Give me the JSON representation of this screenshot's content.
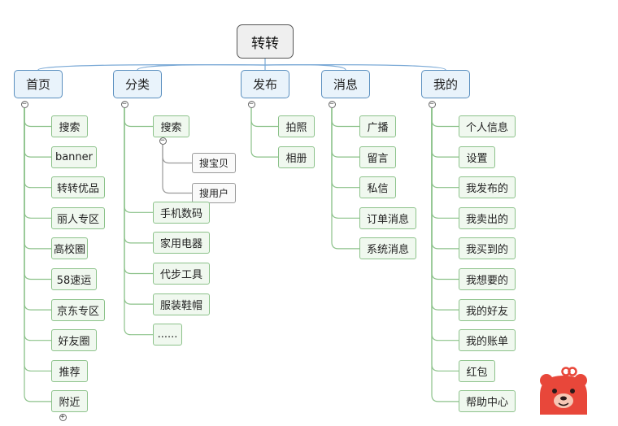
{
  "root": "转转",
  "categories": [
    {
      "label": "首页",
      "items": [
        {
          "label": "搜索"
        },
        {
          "label": "banner"
        },
        {
          "label": "转转优品"
        },
        {
          "label": "丽人专区"
        },
        {
          "label": "高校圈"
        },
        {
          "label": "58速运"
        },
        {
          "label": "京东专区"
        },
        {
          "label": "好友圈"
        },
        {
          "label": "推荐"
        },
        {
          "label": "附近"
        }
      ]
    },
    {
      "label": "分类",
      "items": [
        {
          "label": "搜索",
          "children": [
            {
              "label": "搜宝贝"
            },
            {
              "label": "搜用户"
            }
          ]
        },
        {
          "label": "手机数码"
        },
        {
          "label": "家用电器"
        },
        {
          "label": "代步工具"
        },
        {
          "label": "服装鞋帽"
        },
        {
          "label": "......"
        }
      ]
    },
    {
      "label": "发布",
      "items": [
        {
          "label": "拍照"
        },
        {
          "label": "相册"
        }
      ]
    },
    {
      "label": "消息",
      "items": [
        {
          "label": "广播"
        },
        {
          "label": "留言"
        },
        {
          "label": "私信"
        },
        {
          "label": "订单消息"
        },
        {
          "label": "系统消息"
        }
      ]
    },
    {
      "label": "我的",
      "items": [
        {
          "label": "个人信息"
        },
        {
          "label": "设置"
        },
        {
          "label": "我发布的"
        },
        {
          "label": "我卖出的"
        },
        {
          "label": "我买到的"
        },
        {
          "label": "我想要的"
        },
        {
          "label": "我的好友"
        },
        {
          "label": "我的账单"
        },
        {
          "label": "红包"
        },
        {
          "label": "帮助中心"
        }
      ]
    }
  ],
  "colors": {
    "root_border": "#555555",
    "category_border": "#5a8fbf",
    "category_fill": "#e9f3fb",
    "leaf_border": "#8cc28a",
    "leaf_fill": "#f0f8ef",
    "branch_line": "#7aa9d6",
    "leaf_line": "#8cc28a",
    "mascot": "#e8473a"
  },
  "mascot_icon": "red-bear-mascot-icon"
}
